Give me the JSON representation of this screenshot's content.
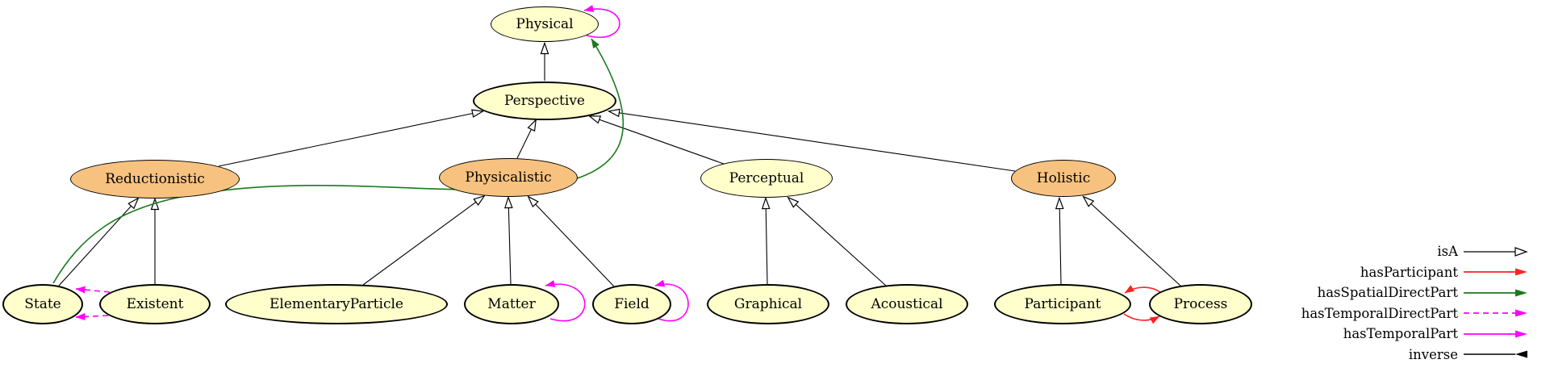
{
  "colors": {
    "node_fill": "#FFFFCC",
    "node_fill_highlight": "#F7C27F",
    "node_border": "#000000",
    "isa": "#000000",
    "hasParticipant": "#FF2222",
    "hasSpatialDirectPart": "#1B7A1B",
    "hasTemporalDirectPart": "#FF00FF",
    "hasTemporalPart": "#FF00FF",
    "inverse": "#000000"
  },
  "nodes": {
    "physical": {
      "label": "Physical",
      "highlighted": false,
      "bold_border": false
    },
    "perspective": {
      "label": "Perspective",
      "highlighted": false,
      "bold_border": true
    },
    "reductionistic": {
      "label": "Reductionistic",
      "highlighted": true,
      "bold_border": false
    },
    "physicalistic": {
      "label": "Physicalistic",
      "highlighted": true,
      "bold_border": false
    },
    "perceptual": {
      "label": "Perceptual",
      "highlighted": false,
      "bold_border": false
    },
    "holistic": {
      "label": "Holistic",
      "highlighted": true,
      "bold_border": false
    },
    "state": {
      "label": "State",
      "highlighted": false,
      "bold_border": true
    },
    "existent": {
      "label": "Existent",
      "highlighted": false,
      "bold_border": true
    },
    "elementaryparticle": {
      "label": "ElementaryParticle",
      "highlighted": false,
      "bold_border": true
    },
    "matter": {
      "label": "Matter",
      "highlighted": false,
      "bold_border": true
    },
    "field": {
      "label": "Field",
      "highlighted": false,
      "bold_border": true
    },
    "graphical": {
      "label": "Graphical",
      "highlighted": false,
      "bold_border": true
    },
    "acoustical": {
      "label": "Acoustical",
      "highlighted": false,
      "bold_border": true
    },
    "participant": {
      "label": "Participant",
      "highlighted": false,
      "bold_border": true
    },
    "process": {
      "label": "Process",
      "highlighted": false,
      "bold_border": true
    }
  },
  "edges": [
    {
      "from": "Perspective",
      "to": "Physical",
      "type": "isA"
    },
    {
      "from": "Reductionistic",
      "to": "Perspective",
      "type": "isA"
    },
    {
      "from": "Physicalistic",
      "to": "Perspective",
      "type": "isA"
    },
    {
      "from": "Perceptual",
      "to": "Perspective",
      "type": "isA"
    },
    {
      "from": "Holistic",
      "to": "Perspective",
      "type": "isA"
    },
    {
      "from": "State",
      "to": "Reductionistic",
      "type": "isA"
    },
    {
      "from": "Existent",
      "to": "Reductionistic",
      "type": "isA"
    },
    {
      "from": "ElementaryParticle",
      "to": "Physicalistic",
      "type": "isA"
    },
    {
      "from": "Matter",
      "to": "Physicalistic",
      "type": "isA"
    },
    {
      "from": "Field",
      "to": "Physicalistic",
      "type": "isA"
    },
    {
      "from": "Graphical",
      "to": "Perceptual",
      "type": "isA"
    },
    {
      "from": "Acoustical",
      "to": "Perceptual",
      "type": "isA"
    },
    {
      "from": "Participant",
      "to": "Holistic",
      "type": "isA"
    },
    {
      "from": "Process",
      "to": "Holistic",
      "type": "isA"
    },
    {
      "from": "Physical",
      "to": "Physical",
      "type": "hasTemporalPart"
    },
    {
      "from": "Matter",
      "to": "Matter",
      "type": "hasTemporalPart"
    },
    {
      "from": "Field",
      "to": "Field",
      "type": "hasTemporalPart"
    },
    {
      "from": "Existent",
      "to": "State",
      "type": "hasTemporalDirectPart"
    },
    {
      "from": "Existent",
      "to": "State",
      "type": "hasTemporalDirectPart"
    },
    {
      "from": "Process",
      "to": "Participant",
      "type": "hasParticipant"
    },
    {
      "from": "Participant",
      "to": "Process",
      "type": "hasParticipant"
    },
    {
      "from": "State",
      "to": "Physical",
      "type": "hasSpatialDirectPart"
    }
  ],
  "legend": {
    "items": [
      {
        "label": "isA",
        "type": "isA"
      },
      {
        "label": "hasParticipant",
        "type": "hasParticipant"
      },
      {
        "label": "hasSpatialDirectPart",
        "type": "hasSpatialDirectPart"
      },
      {
        "label": "hasTemporalDirectPart",
        "type": "hasTemporalDirectPart"
      },
      {
        "label": "hasTemporalPart",
        "type": "hasTemporalPart"
      },
      {
        "label": "inverse",
        "type": "inverse"
      }
    ]
  }
}
